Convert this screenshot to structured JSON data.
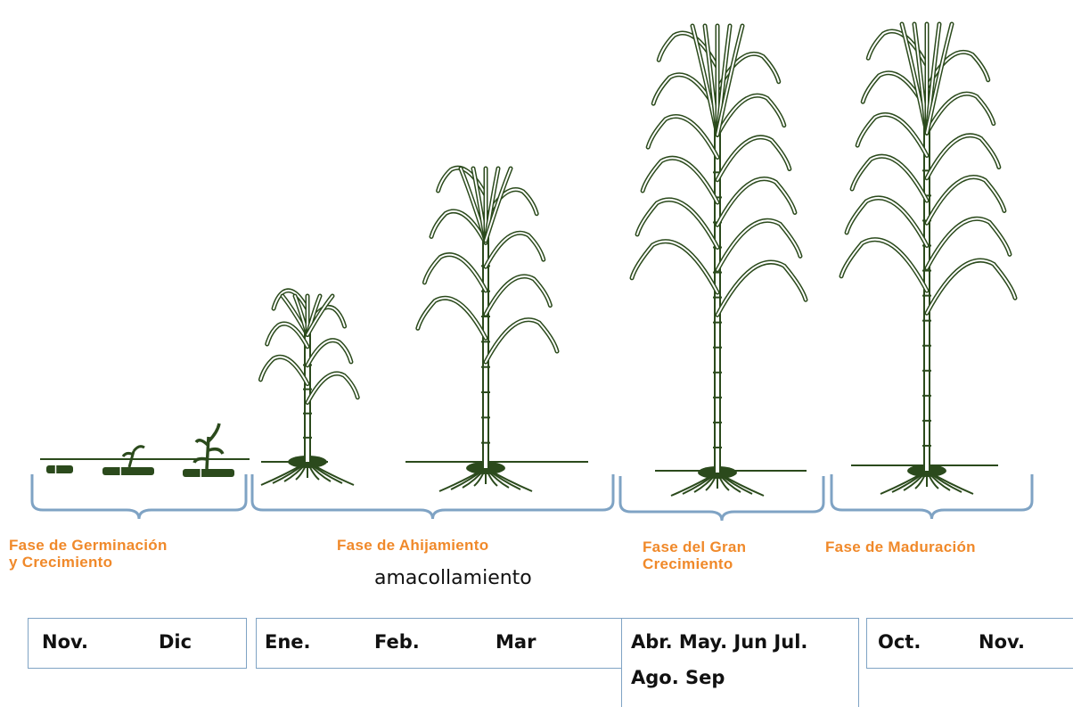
{
  "colors": {
    "plant": "#2b4a1c",
    "bracket": "#7fa3c4",
    "phase_text": "#f0892a",
    "month_text": "#111111"
  },
  "phases": [
    {
      "lines": [
        "Fase de Germinación",
        "y Crecimiento"
      ]
    },
    {
      "lines": [
        "Fase de Ahijamiento"
      ],
      "sub": "amacollamiento"
    },
    {
      "lines": [
        "Fase del Gran",
        "Crecimiento"
      ]
    },
    {
      "lines": [
        "Fase de Maduración"
      ]
    }
  ],
  "month_groups": [
    {
      "months": [
        "Nov.",
        "Dic"
      ]
    },
    {
      "months": [
        "Ene.",
        "Feb.",
        "Mar"
      ]
    },
    {
      "months": [
        "Abr. May. Jun Jul.",
        "Ago.  Sep"
      ]
    },
    {
      "months": [
        "Oct.",
        "Nov."
      ]
    }
  ],
  "icons": [
    "sugarcane-seed-piece-icon",
    "sugarcane-plant-icon"
  ]
}
